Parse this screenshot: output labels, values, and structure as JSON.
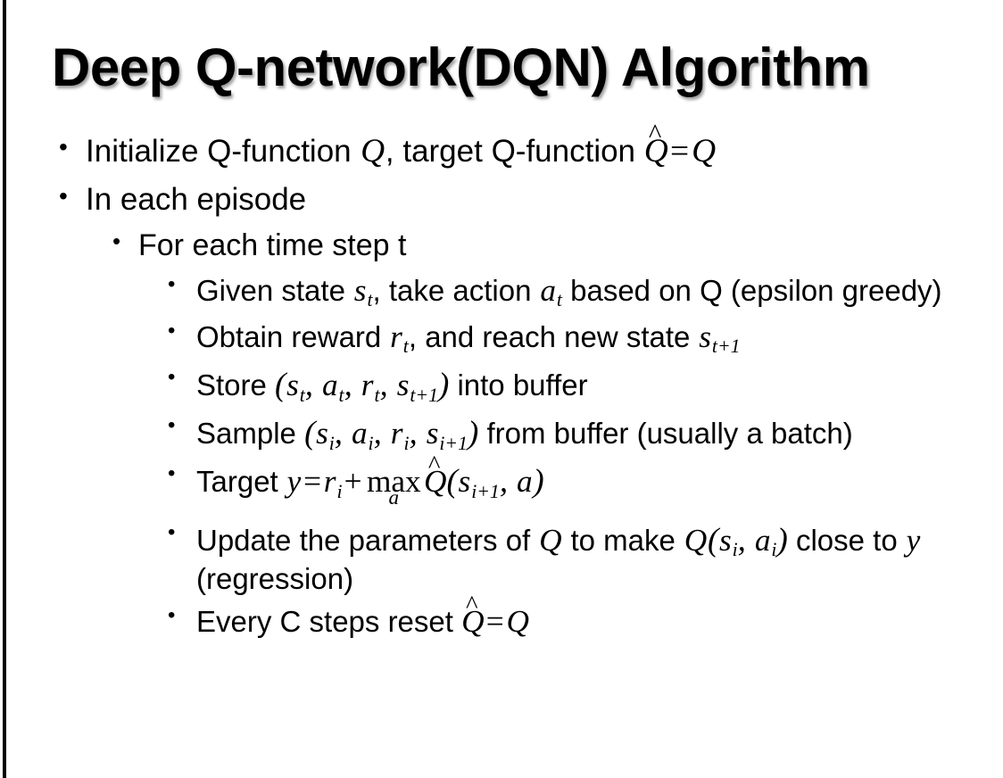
{
  "slide": {
    "title": "Deep Q-network(DQN) Algorithm",
    "bullet_glyph": "•",
    "accent_color": "#000000",
    "background_color": "#ffffff",
    "border_color": "#000000"
  },
  "content": {
    "l1_initialize": {
      "text_before": "Initialize Q-function ",
      "sym_q1": "Q",
      "text_mid": ", target Q-function ",
      "sym_qhat": "Q",
      "hat_mark": "^",
      "equals": "=",
      "sym_q2": "Q"
    },
    "l1_each_episode": "In each episode",
    "l2_each_time_step": "For each time step t",
    "l3_given_state": {
      "text_1": "Given state ",
      "sym_s": "s",
      "sub_s": "t",
      "text_2": ", take action ",
      "sym_a": "a",
      "sub_a": "t",
      "text_3": " based on Q (epsilon greedy)"
    },
    "l3_obtain_reward": {
      "text_1": "Obtain reward ",
      "sym_r": "r",
      "sub_r": "t",
      "text_2": ", and reach new state ",
      "sym_s": "s",
      "sub_s": "t+1"
    },
    "l3_store": {
      "text_1": "Store ",
      "paren_open": "(",
      "sym_s1": "s",
      "sub_s1": "t",
      "comma_1": ", ",
      "sym_a": "a",
      "sub_a": "t",
      "comma_2": ", ",
      "sym_r": "r",
      "sub_r": "t",
      "comma_3": ", ",
      "sym_s2": "s",
      "sub_s2": "t+1",
      "paren_close": ")",
      "text_2": " into buffer"
    },
    "l3_sample": {
      "text_1": "Sample ",
      "paren_open": "(",
      "sym_s1": "s",
      "sub_s1": "i",
      "comma_1": ", ",
      "sym_a": "a",
      "sub_a": "i",
      "comma_2": ", ",
      "sym_r": "r",
      "sub_r": "i",
      "comma_3": ", ",
      "sym_s2": "s",
      "sub_s2": "i+1",
      "paren_close": ")",
      "text_2": " from buffer (usually a batch)"
    },
    "l3_target": {
      "text_1": "Target ",
      "sym_y": "y",
      "equals": "=",
      "sym_r": "r",
      "sub_r": "i",
      "plus": "+",
      "op_max": "max",
      "op_limit": "a",
      "sym_qhat": "Q",
      "hat_mark": "^",
      "paren_open": "(",
      "sym_s": "s",
      "sub_s": "i+1",
      "comma": ", ",
      "sym_a": "a",
      "paren_close": ")"
    },
    "l3_update": {
      "text_1": "Update the parameters of ",
      "sym_q1": "Q",
      "text_2": " to make ",
      "sym_q2": "Q",
      "paren_open": "(",
      "sym_s": "s",
      "sub_s": "i",
      "comma": ", ",
      "sym_a": "a",
      "sub_a": "i",
      "paren_close": ")",
      "text_3": " close to ",
      "sym_y": "y",
      "text_4": " (regression)"
    },
    "l3_reset": {
      "text_1": "Every C steps reset ",
      "sym_qhat": "Q",
      "hat_mark": "^",
      "equals": "=",
      "sym_q": "Q"
    }
  }
}
